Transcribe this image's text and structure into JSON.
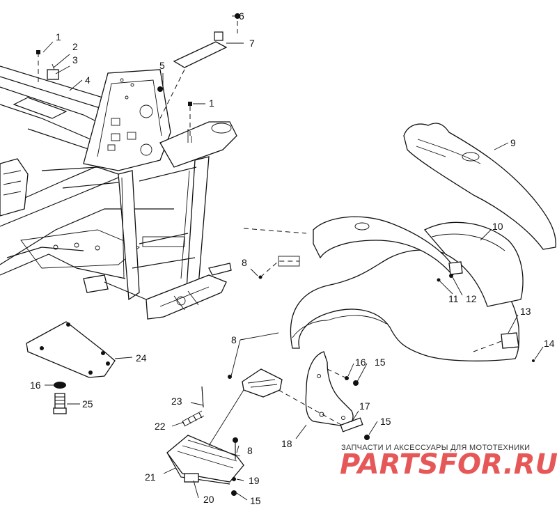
{
  "callouts": {
    "n1a": "1",
    "n2": "2",
    "n3": "3",
    "n4": "4",
    "n5": "5",
    "n6": "6",
    "n7": "7",
    "n1b": "1",
    "n8a": "8",
    "n9": "9",
    "n10": "10",
    "n11": "11",
    "n12": "12",
    "n13": "13",
    "n14": "14",
    "n8b": "8",
    "n16a": "16",
    "n15a": "15",
    "n24": "24",
    "n16b": "16",
    "n25": "25",
    "n23": "23",
    "n22": "22",
    "n17": "17",
    "n15b": "15",
    "n18": "18",
    "n8c": "8",
    "n21": "21",
    "n19": "19",
    "n20": "20",
    "n15c": "15"
  },
  "watermark": {
    "tagline": "ЗАПЧАСТИ И АКСЕССУАРЫ ДЛЯ МОТОТЕХНИКИ",
    "brand": "PARTSFOR.RU",
    "color": "#e23b3b"
  }
}
